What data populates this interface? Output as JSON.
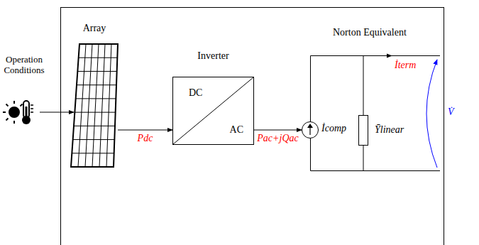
{
  "diagram": {
    "nodes": [
      {
        "text": [
          "Array"
        ]
      },
      {
        "text": [
          "Inverter",
          "DC",
          "AC"
        ]
      },
      {
        "text": [
          "Norton Equivalent"
        ]
      },
      {
        "text": [
          "İcomp"
        ],
        "in": 2
      },
      {
        "text": [
          "Ȳlinear"
        ],
        "in": 2
      }
    ],
    "edges": [
      {
        "from": 0,
        "to": 1,
        "arrow": "to",
        "label": "Pdc"
      },
      {
        "from": 1,
        "to": 3,
        "arrow": "to",
        "label": "Pac+jQac"
      }
    ],
    "labels": [
      "Operation Conditions",
      "İterm",
      "V̇"
    ]
  }
}
